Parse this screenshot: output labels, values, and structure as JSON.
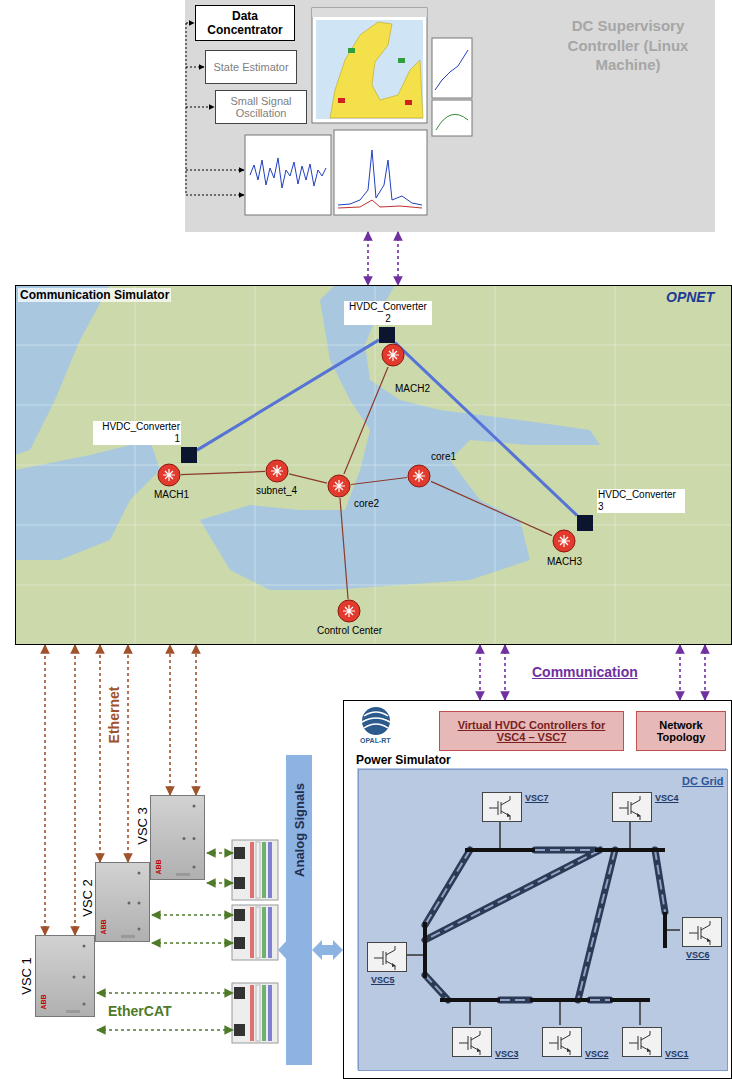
{
  "diagram": {
    "nodes": [
      {
        "text": [
          "DC Supervisory Controller (Linux Machine)"
        ]
      },
      {
        "text": [
          "Data Concentrator"
        ],
        "in": 0
      },
      {
        "text": [
          "State Estimator"
        ],
        "in": 0
      },
      {
        "text": [
          "Small Signal Oscillation"
        ],
        "in": 0
      },
      {
        "text": [
          "Communication Simulator"
        ]
      },
      {
        "text": [
          "HVDC_Converter 2"
        ],
        "in": 4
      },
      {
        "text": [
          "MACH2"
        ],
        "in": 4
      },
      {
        "text": [
          "HVDC_Converter 1"
        ],
        "in": 4
      },
      {
        "text": [
          "MACH1"
        ],
        "in": 4
      },
      {
        "text": [
          "subnet_4"
        ],
        "in": 4
      },
      {
        "text": [
          "core2"
        ],
        "in": 4
      },
      {
        "text": [
          "core1"
        ],
        "in": 4
      },
      {
        "text": [
          "HVDC_Converter 3"
        ],
        "in": 4
      },
      {
        "text": [
          "MACH3"
        ],
        "in": 4
      },
      {
        "text": [
          "Control Center"
        ],
        "in": 4
      },
      {
        "text": [
          "VSC 3",
          "ABB"
        ]
      },
      {
        "text": [
          "VSC 2",
          "ABB"
        ]
      },
      {
        "text": [
          "VSC 1",
          "ABB"
        ]
      },
      {
        "text": [
          "Analog Signals"
        ]
      },
      {
        "text": [
          "Power Simulator"
        ]
      },
      {
        "text": [
          "Virtual HVDC Controllers for VSC4 – VSC7"
        ],
        "in": 19
      },
      {
        "text": [
          "Network Topology"
        ],
        "in": 19
      },
      {
        "text": [
          "DC Grid"
        ],
        "in": 19
      },
      {
        "text": [
          "VSC7"
        ],
        "in": 22
      },
      {
        "text": [
          "VSC4"
        ],
        "in": 22
      },
      {
        "text": [
          "VSC6"
        ],
        "in": 22
      },
      {
        "text": [
          "VSC5"
        ],
        "in": 22
      },
      {
        "text": [
          "VSC3"
        ],
        "in": 22
      },
      {
        "text": [
          "VSC2"
        ],
        "in": 22
      },
      {
        "text": [
          "VSC1"
        ],
        "in": 22
      }
    ],
    "edges": [
      {
        "from": 0,
        "to": 4,
        "arrow": "both"
      },
      {
        "from": 0,
        "to": 4,
        "arrow": "both"
      },
      {
        "from": 7,
        "to": 5,
        "arrow": "none"
      },
      {
        "from": 5,
        "to": 12,
        "arrow": "none"
      },
      {
        "from": 8,
        "to": 9,
        "arrow": "none"
      },
      {
        "from": 9,
        "to": 10,
        "arrow": "none"
      },
      {
        "from": 10,
        "to": 6,
        "arrow": "none"
      },
      {
        "from": 10,
        "to": 11,
        "arrow": "none"
      },
      {
        "from": 11,
        "to": 13,
        "arrow": "none"
      },
      {
        "from": 10,
        "to": 14,
        "arrow": "none"
      },
      {
        "from": 15,
        "to": 4,
        "arrow": "both"
      },
      {
        "from": 15,
        "to": 4,
        "arrow": "both"
      },
      {
        "from": 16,
        "to": 4,
        "arrow": "both"
      },
      {
        "from": 16,
        "to": 4,
        "arrow": "both"
      },
      {
        "from": 17,
        "to": 4,
        "arrow": "both"
      },
      {
        "from": 17,
        "to": 4,
        "arrow": "both"
      },
      {
        "from": 4,
        "to": 19,
        "arrow": "both"
      },
      {
        "from": 4,
        "to": 19,
        "arrow": "both"
      },
      {
        "from": 4,
        "to": 19,
        "arrow": "both"
      },
      {
        "from": 4,
        "to": 19,
        "arrow": "both"
      },
      {
        "from": 18,
        "to": 19,
        "arrow": "both"
      }
    ],
    "labels": [
      "OPNET",
      "Communication",
      "Ethernet",
      "EtherCAT",
      "OPAL-RT"
    ]
  }
}
